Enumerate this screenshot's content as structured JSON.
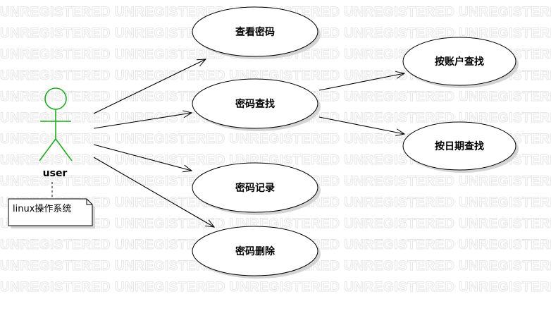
{
  "watermark": {
    "text": "UNREGISTERED UNREGISTERED UNREGISTERED UNREGISTERED UNREGISTERED"
  },
  "actor": {
    "name": "user",
    "color": "#22aa22"
  },
  "note": {
    "text": "linux操作系统"
  },
  "usecases": {
    "view_password": "查看密码",
    "find_password": "密码查找",
    "password_record": "密码记录",
    "delete_password": "密码删除",
    "find_by_account": "按账户查找",
    "find_by_date": "按日期查找"
  },
  "colors": {
    "line": "#000000",
    "shadow": "#d4d4d4"
  }
}
